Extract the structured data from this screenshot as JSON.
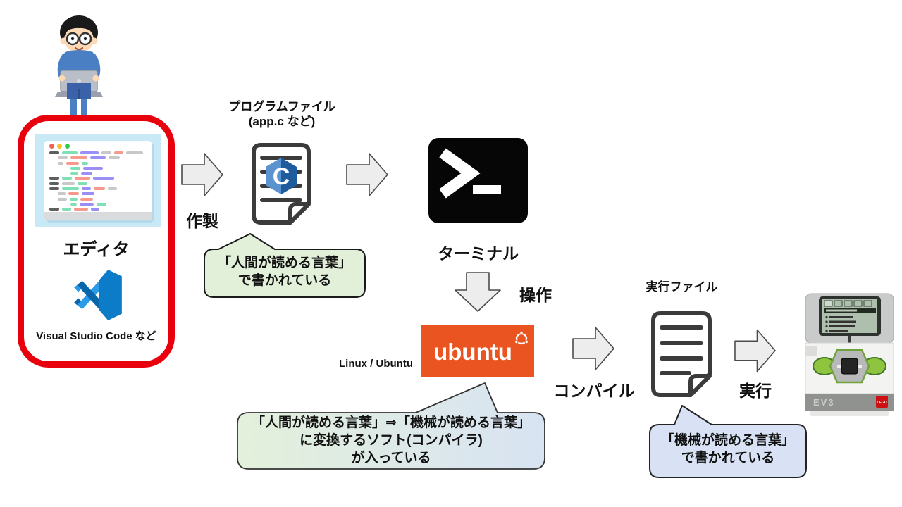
{
  "editor": {
    "label": "エディタ",
    "tool_note": "Visual Studio Code など"
  },
  "program_file": {
    "title": "プログラムファイル",
    "subtitle": "(app.c など)",
    "lang_badge": "C"
  },
  "terminal": {
    "label": "ターミナル"
  },
  "ubuntu": {
    "wordmark": "ubuntu",
    "caption": "Linux / Ubuntu"
  },
  "exec_file": {
    "title": "実行ファイル"
  },
  "device": {
    "label": "EV3",
    "brand": "LEGO"
  },
  "arrows": {
    "create": "作製",
    "operate": "操作",
    "compile": "コンパイル",
    "run": "実行"
  },
  "bubbles": {
    "program_file": {
      "lines": [
        "「人間が読める言葉」",
        "で書かれている"
      ]
    },
    "ubuntu": {
      "lines": [
        "「人間が読める言葉」⇒「機械が読める言葉」",
        "に変換するソフト(コンパイラ)",
        "が入っている"
      ]
    },
    "exec_file": {
      "lines": [
        "「機械が読める言葉」",
        "で書かれている"
      ]
    }
  },
  "colors": {
    "frame_red": "#e8000d",
    "ubuntu_orange": "#e95420",
    "arrow_fill": "#ededed",
    "bubble_green": "#e2f0da",
    "bubble_blue": "#d8e2f4",
    "vscode_blue": "#0c7bc8",
    "c_logo_blue": "#2f6fb5",
    "terminal_black": "#060606"
  }
}
